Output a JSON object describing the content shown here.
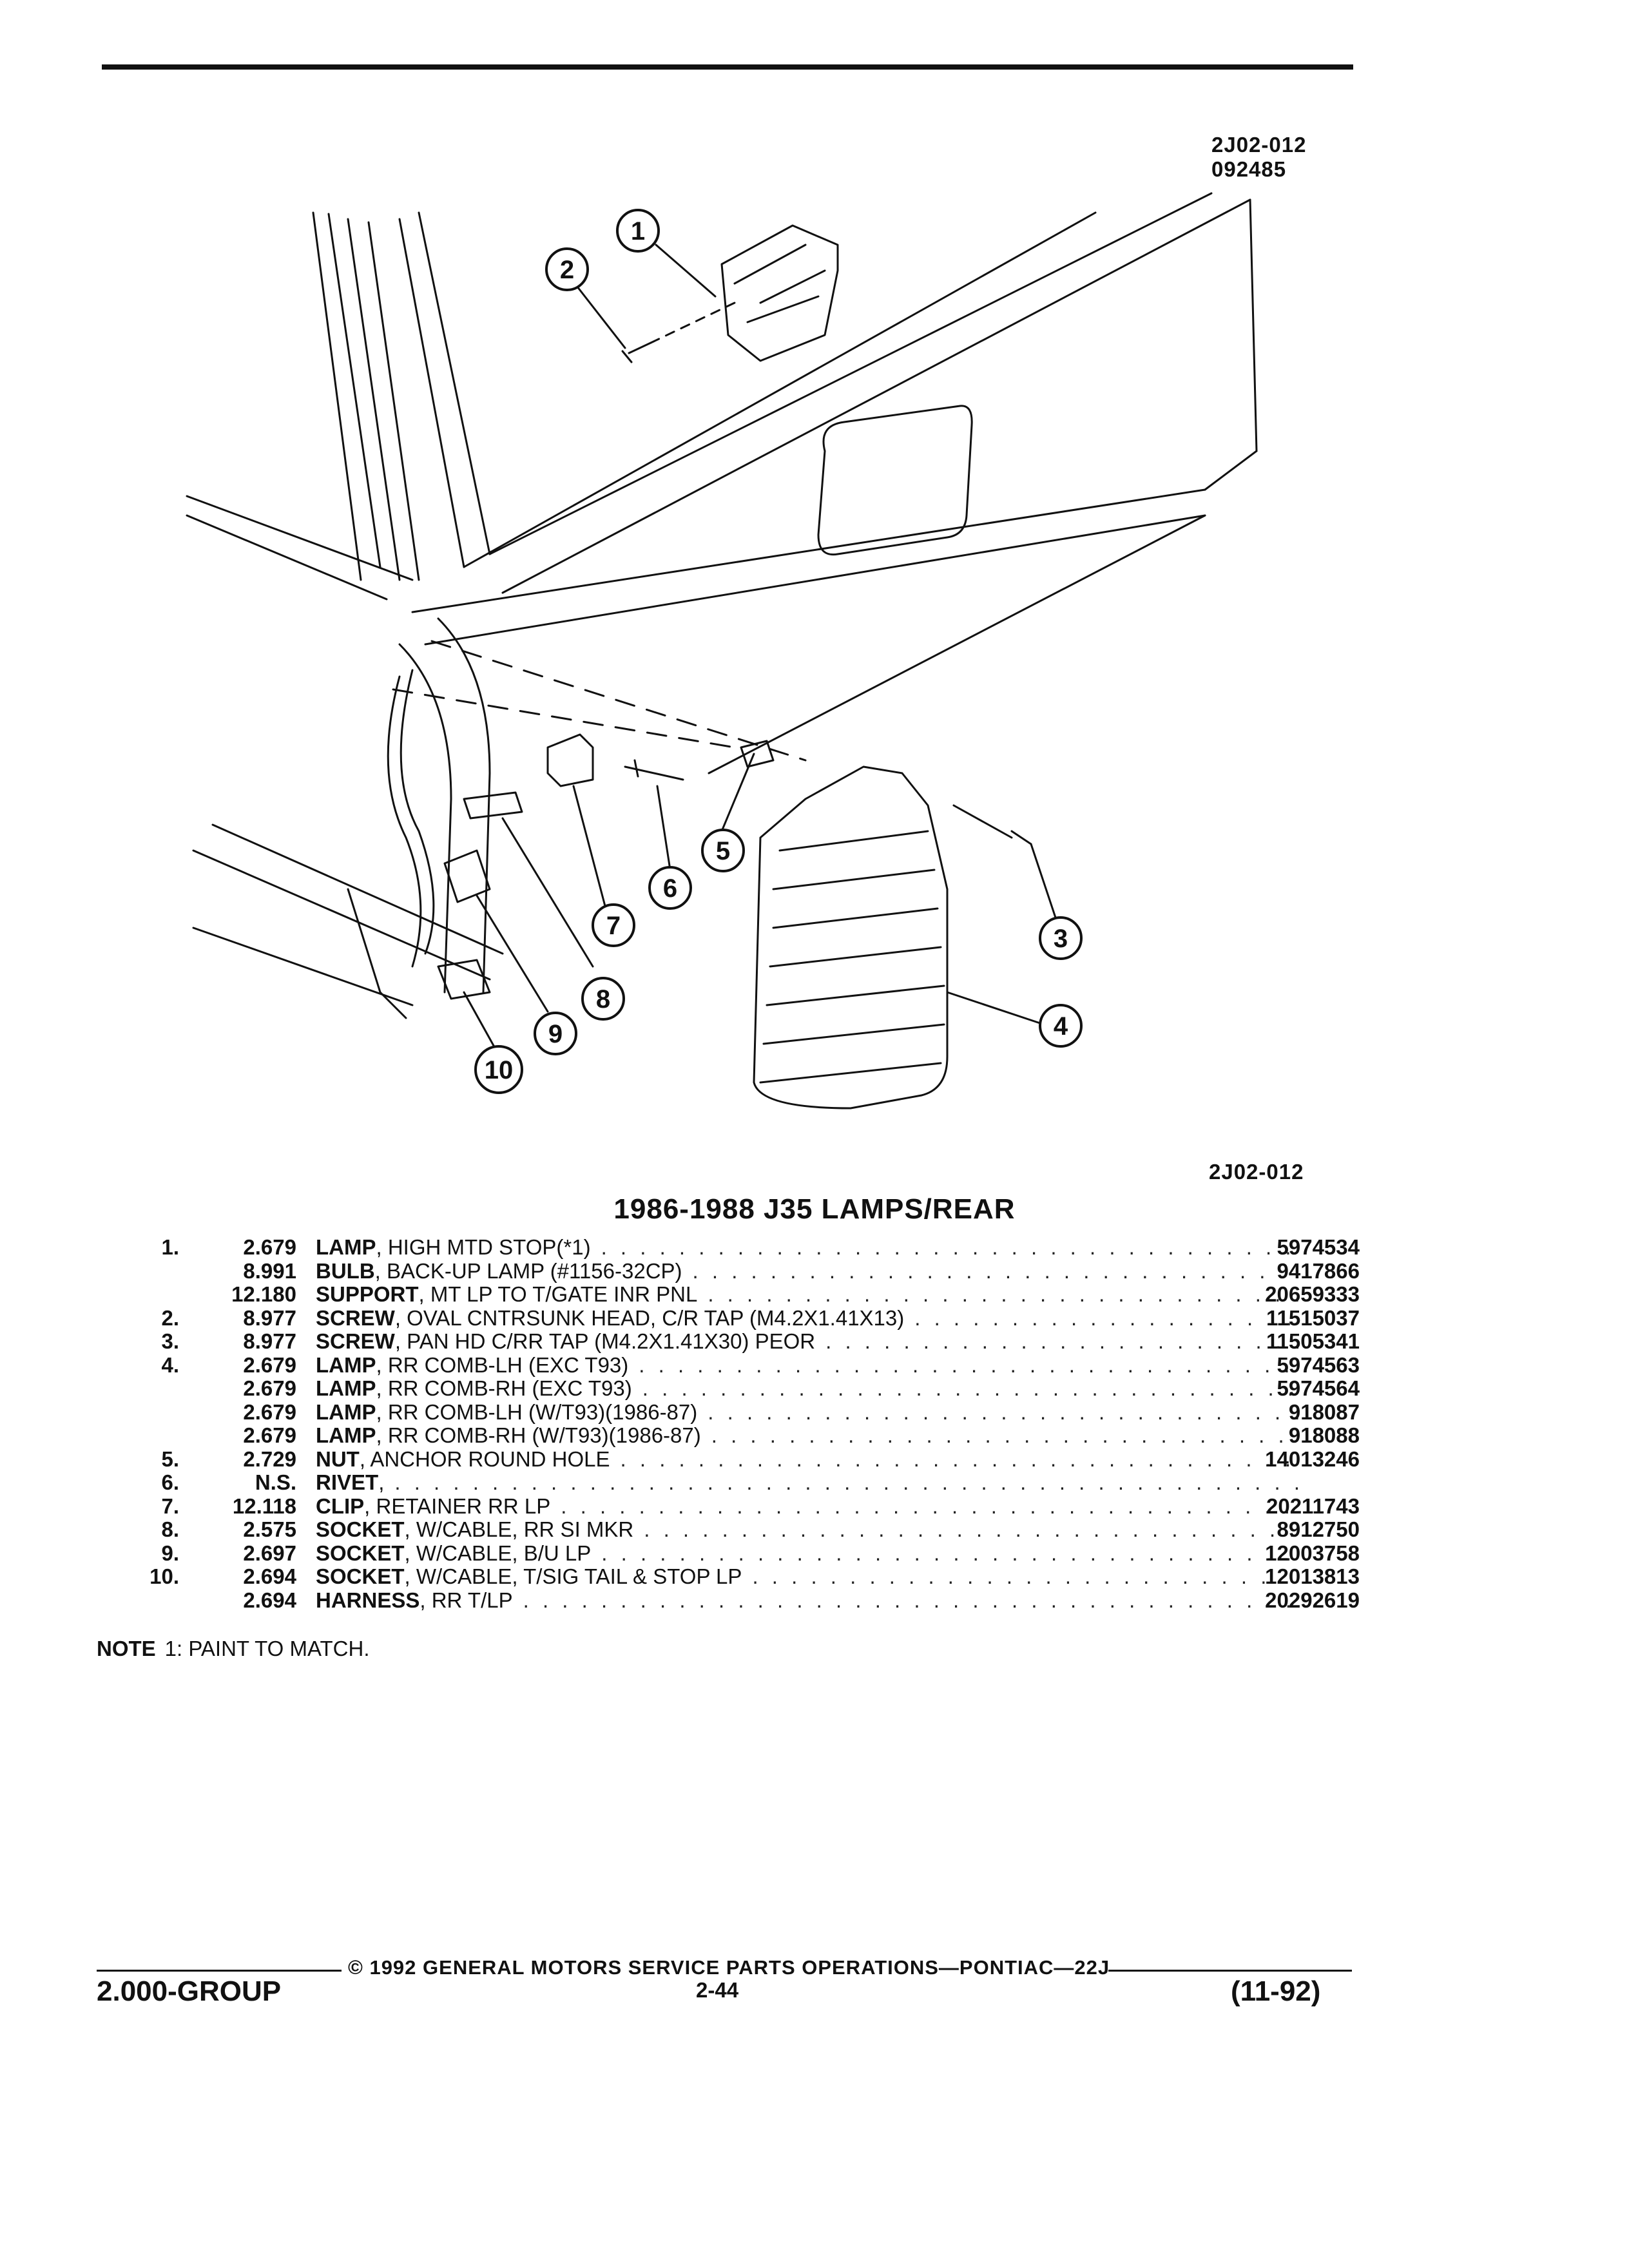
{
  "header": {
    "ref_code": "2J02-012",
    "date_code": "092485"
  },
  "diagram": {
    "caption_code": "2J02-012",
    "callouts": [
      "1",
      "2",
      "3",
      "4",
      "5",
      "6",
      "7",
      "8",
      "9",
      "10"
    ]
  },
  "section_title": "1986-1988 J35 LAMPS/REAR",
  "parts": [
    {
      "index": "1.",
      "qty": "2.679",
      "name": "LAMP",
      "desc": ", HIGH MTD STOP(*1)",
      "part_no": "5974534"
    },
    {
      "index": "",
      "qty": "8.991",
      "name": "BULB",
      "desc": ", BACK-UP LAMP (#1156-32CP)",
      "part_no": "9417866"
    },
    {
      "index": "",
      "qty": "12.180",
      "name": "SUPPORT",
      "desc": ", MT LP TO T/GATE INR PNL",
      "part_no": "20659333"
    },
    {
      "index": "2.",
      "qty": "8.977",
      "name": "SCREW",
      "desc": ", OVAL CNTRSUNK HEAD, C/R TAP (M4.2X1.41X13)",
      "part_no": "11515037"
    },
    {
      "index": "3.",
      "qty": "8.977",
      "name": "SCREW",
      "desc": ", PAN HD C/RR TAP (M4.2X1.41X30) PEOR",
      "part_no": "11505341"
    },
    {
      "index": "4.",
      "qty": "2.679",
      "name": "LAMP",
      "desc": ", RR COMB-LH (EXC T93)",
      "part_no": "5974563"
    },
    {
      "index": "",
      "qty": "2.679",
      "name": "LAMP",
      "desc": ", RR COMB-RH (EXC T93)",
      "part_no": "5974564"
    },
    {
      "index": "",
      "qty": "2.679",
      "name": "LAMP",
      "desc": ", RR COMB-LH (W/T93)(1986-87)",
      "part_no": "918087"
    },
    {
      "index": "",
      "qty": "2.679",
      "name": "LAMP",
      "desc": ", RR COMB-RH (W/T93)(1986-87)",
      "part_no": "918088"
    },
    {
      "index": "5.",
      "qty": "2.729",
      "name": "NUT",
      "desc": ", ANCHOR ROUND HOLE",
      "part_no": "14013246"
    },
    {
      "index": "6.",
      "qty": "N.S.",
      "name": "RIVET",
      "desc": ",",
      "part_no": ""
    },
    {
      "index": "7.",
      "qty": "12.118",
      "name": "CLIP",
      "desc": ", RETAINER RR LP",
      "part_no": "20211743"
    },
    {
      "index": "8.",
      "qty": "2.575",
      "name": "SOCKET",
      "desc": ", W/CABLE, RR SI MKR",
      "part_no": "8912750"
    },
    {
      "index": "9.",
      "qty": "2.697",
      "name": "SOCKET",
      "desc": ", W/CABLE, B/U LP",
      "part_no": "12003758"
    },
    {
      "index": "10.",
      "qty": "2.694",
      "name": "SOCKET",
      "desc": ", W/CABLE, T/SIG TAIL & STOP LP",
      "part_no": "12013813"
    },
    {
      "index": "",
      "qty": "2.694",
      "name": "HARNESS",
      "desc": ", RR T/LP",
      "part_no": "20292619"
    }
  ],
  "note": {
    "label": "NOTE",
    "text": "1:  PAINT TO MATCH."
  },
  "footer": {
    "copyright": "© 1992 GENERAL MOTORS SERVICE PARTS OPERATIONS—PONTIAC—22J",
    "group": "2.000-GROUP",
    "page": "2-44",
    "revision": "(11-92)"
  }
}
